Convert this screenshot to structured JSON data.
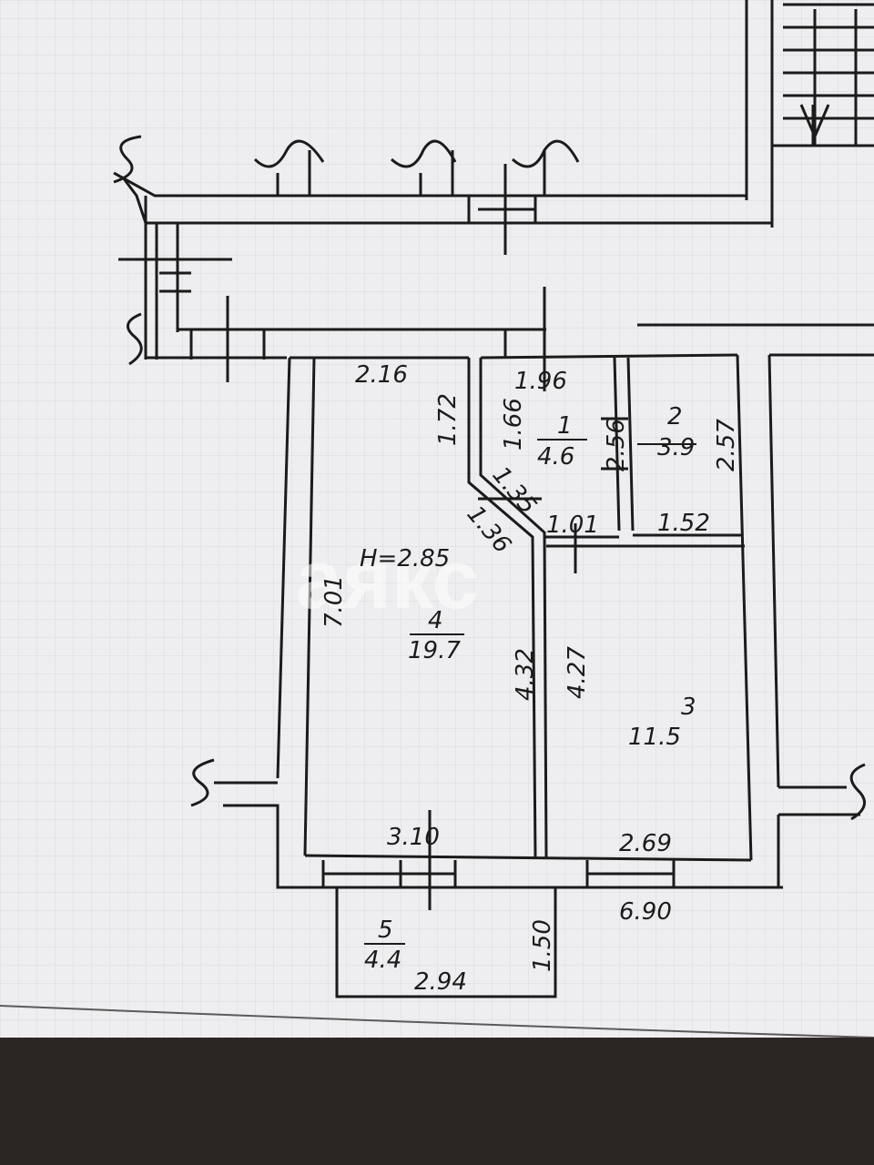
{
  "ceiling_height": "H=2.85",
  "watermark": "аякс",
  "rooms": [
    {
      "number": "1",
      "area": "4.6"
    },
    {
      "number": "2",
      "area": "3.9"
    },
    {
      "number": "3",
      "area": "11.5"
    },
    {
      "number": "4",
      "area": "19.7"
    },
    {
      "number": "5",
      "area": "4.4"
    }
  ],
  "dimensions": {
    "room4_top": "2.16",
    "room4_diag_upper": "1.72",
    "room4_left": "7.01",
    "room4_right_lower": "4.32",
    "room4_bottom": "3.10",
    "hall_diag": "1.36",
    "room1_top": "1.96",
    "room1_left": "1.66",
    "room1_diag": "1.35",
    "room1_right": "2.56",
    "room1_bottom": "1.01",
    "room2_right": "2.57",
    "room2_bottom": "1.52",
    "room3_left": "4.27",
    "room3_bottom": "2.69",
    "overall_width": "6.90",
    "balcony_side": "1.50",
    "balcony_width": "2.94"
  }
}
